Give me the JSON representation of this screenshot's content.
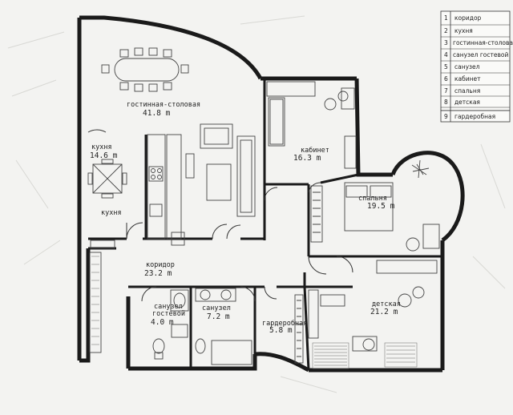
{
  "plan": {
    "rooms": [
      {
        "id": "living",
        "name": "гостинная-столовая",
        "area": "41.8 m"
      },
      {
        "id": "kitchen",
        "name": "кухня",
        "area": "14.6 m"
      },
      {
        "id": "study",
        "name": "кабинет",
        "area": "16.3 m"
      },
      {
        "id": "bedroom",
        "name": "спальня",
        "area": "19.5 m"
      },
      {
        "id": "corridor",
        "name": "коридор",
        "area": "23.2 m"
      },
      {
        "id": "kids",
        "name": "детская",
        "area": "21.2 m"
      },
      {
        "id": "guest-bath",
        "name_line1": "санузел",
        "name_line2": "гостевой",
        "area": "4.0 m"
      },
      {
        "id": "bath",
        "name": "санузел",
        "area": "7.2 m"
      },
      {
        "id": "wardrobe",
        "name": "гардеробная",
        "area": "5.8 m"
      }
    ],
    "extra_labels": {
      "kitchen_side": "кухня"
    }
  },
  "legend": {
    "rows": [
      {
        "num": "1",
        "label": "коридор"
      },
      {
        "num": "2",
        "label": "кухня"
      },
      {
        "num": "3",
        "label": "гостинная-столовая"
      },
      {
        "num": "4",
        "label": "санузел гостевой"
      },
      {
        "num": "5",
        "label": "санузел"
      },
      {
        "num": "6",
        "label": "кабинет"
      },
      {
        "num": "7",
        "label": "спальня"
      },
      {
        "num": "8",
        "label": "детская"
      },
      {
        "num": "9",
        "label": "гардеробная"
      }
    ]
  }
}
